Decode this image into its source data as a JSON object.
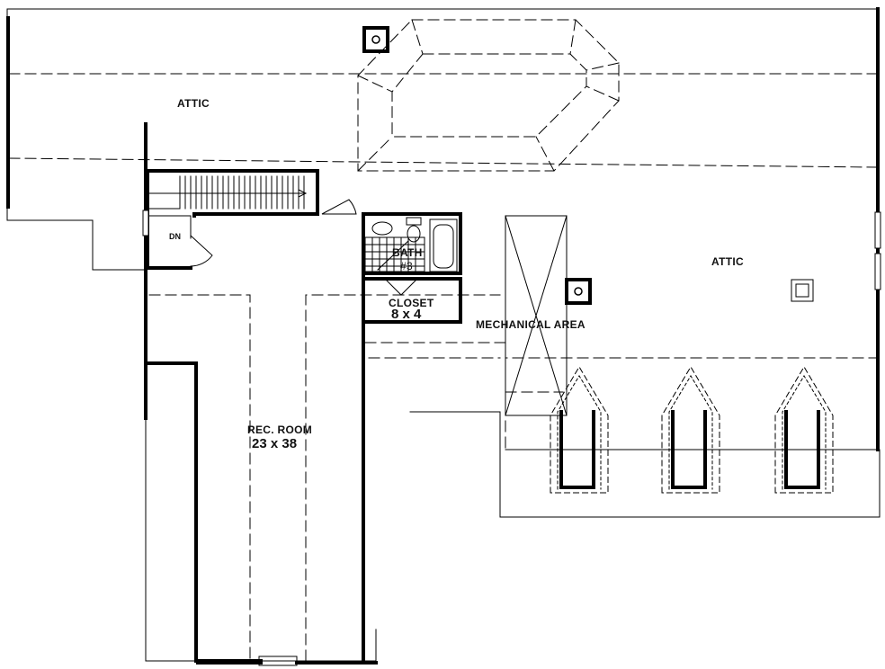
{
  "labels": {
    "attic_left": "ATTIC",
    "attic_right": "ATTIC",
    "down": "DN",
    "bath_name": "BATH",
    "bath_number": "#3",
    "closet_name": "CLOSET",
    "closet_size": "8 x 4",
    "mechanical": "MECHANICAL AREA",
    "rec_room_name": "REC. ROOM",
    "rec_room_size": "23 x 38"
  },
  "colors": {
    "line": "#000000",
    "background": "#ffffff"
  }
}
